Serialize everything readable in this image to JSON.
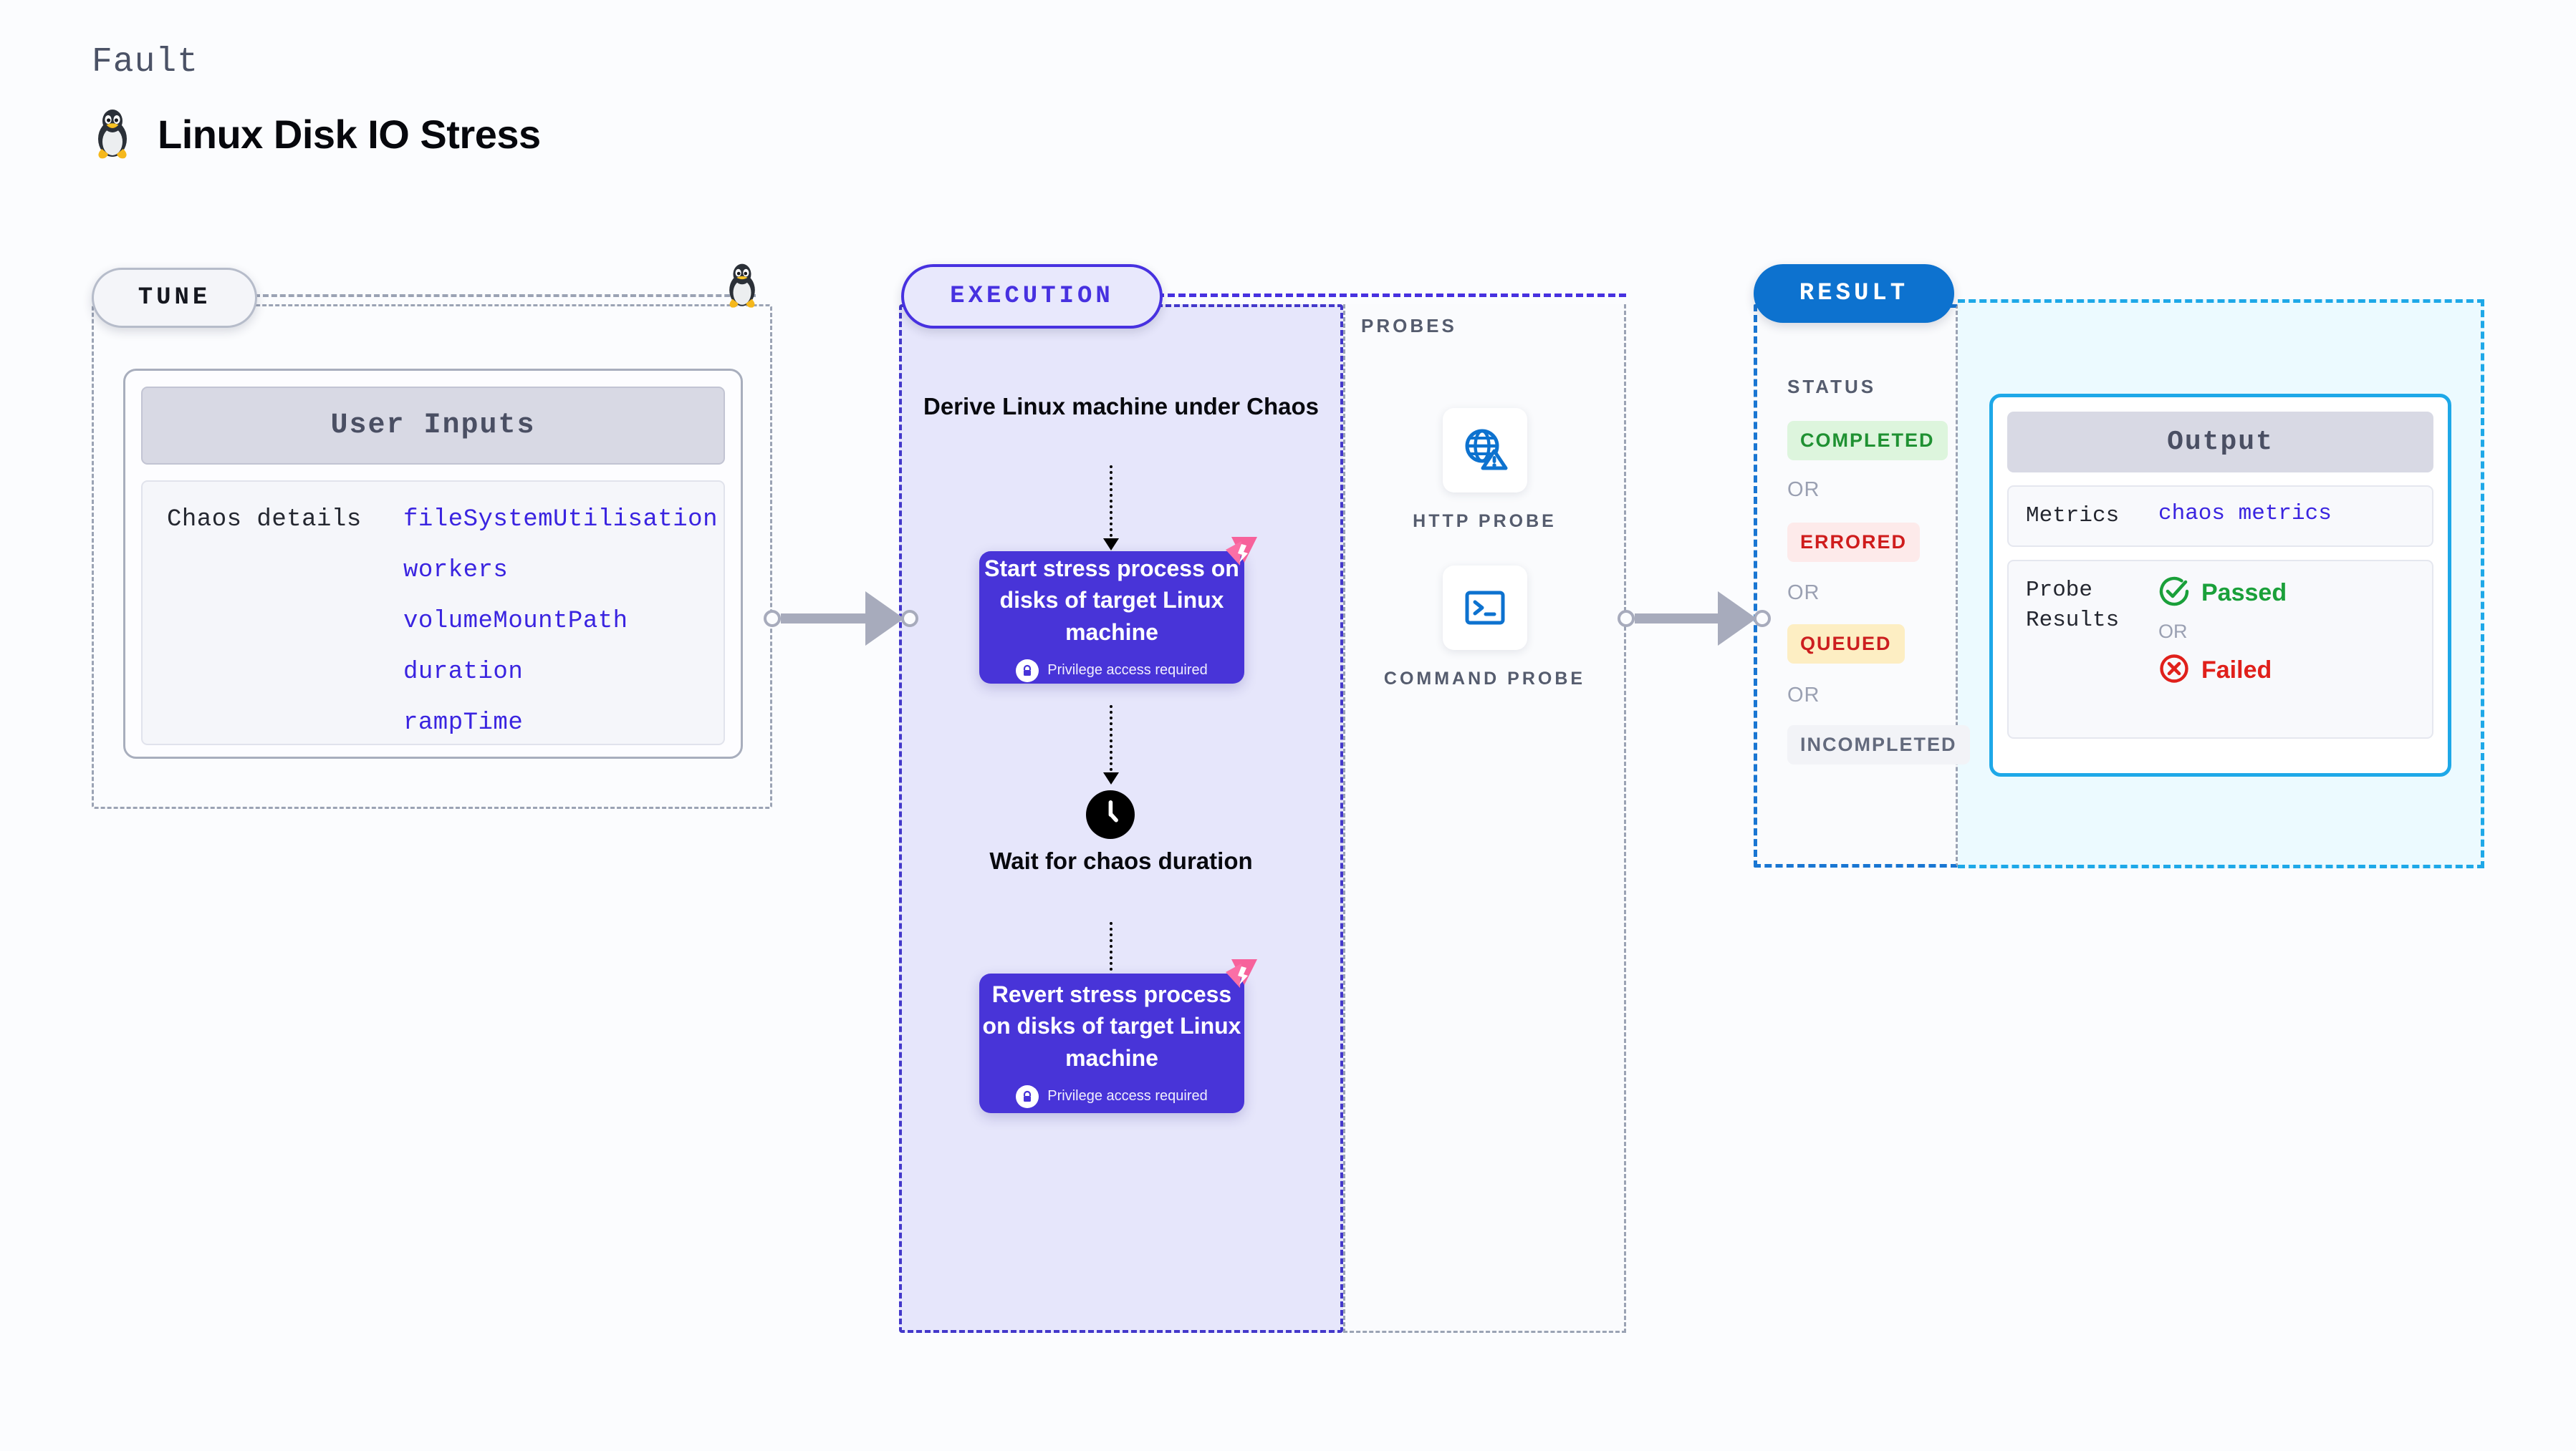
{
  "header": {
    "kicker": "Fault",
    "title": "Linux Disk IO Stress",
    "icon": "linux-penguin-icon"
  },
  "tune": {
    "badge": "TUNE",
    "icon": "linux-penguin-icon",
    "card": {
      "header": "User Inputs",
      "row_label": "Chaos details",
      "params": [
        "fileSystemUtilisation",
        "workers",
        "volumeMountPath",
        "duration",
        "rampTime"
      ]
    }
  },
  "execution": {
    "badge": "EXECUTION",
    "derive_step": "Derive Linux machine under Chaos",
    "start_step": {
      "title": "Start stress process on disks of target Linux machine",
      "privilege_note": "Privilege access required",
      "icons": [
        "lock-icon",
        "litmus-logo-icon"
      ]
    },
    "wait_step": {
      "label": "Wait for chaos duration",
      "icon": "clock-icon"
    },
    "revert_step": {
      "title": "Revert stress process on disks of target Linux machine",
      "privilege_note": "Privilege access required",
      "icons": [
        "lock-icon",
        "litmus-logo-icon"
      ]
    }
  },
  "probes": {
    "label": "PROBES",
    "items": [
      {
        "caption": "HTTP PROBE",
        "icon": "globe-warning-icon"
      },
      {
        "caption": "COMMAND PROBE",
        "icon": "terminal-icon"
      }
    ]
  },
  "result": {
    "badge": "RESULT",
    "status_label": "STATUS",
    "or_label": "OR",
    "statuses": [
      {
        "label": "COMPLETED",
        "bg": "#ddf5dd",
        "fg": "#1f9132"
      },
      {
        "label": "ERRORED",
        "bg": "#fdeaea",
        "fg": "#cf1c1c"
      },
      {
        "label": "QUEUED",
        "bg": "#fdeec3",
        "fg": "#cc1f1f"
      },
      {
        "label": "INCOMPLETED",
        "bg": "#f2f3f7",
        "fg": "#636a7d"
      }
    ],
    "output": {
      "header": "Output",
      "metrics_key": "Metrics",
      "metrics_value": "chaos metrics",
      "probe_key": "Probe Results",
      "passed": "Passed",
      "or_label": "OR",
      "failed": "Failed",
      "icons": [
        "check-circle-icon",
        "x-circle-icon"
      ]
    }
  },
  "colors": {
    "accent_execution": "#4731e0",
    "accent_result": "#0d72cf",
    "accent_output": "#1ea8e8",
    "param_blue": "#3a24e0",
    "step_box": "#4834d8",
    "litmus_pink": "#f7629b",
    "connector_gray": "#a7abbc"
  }
}
